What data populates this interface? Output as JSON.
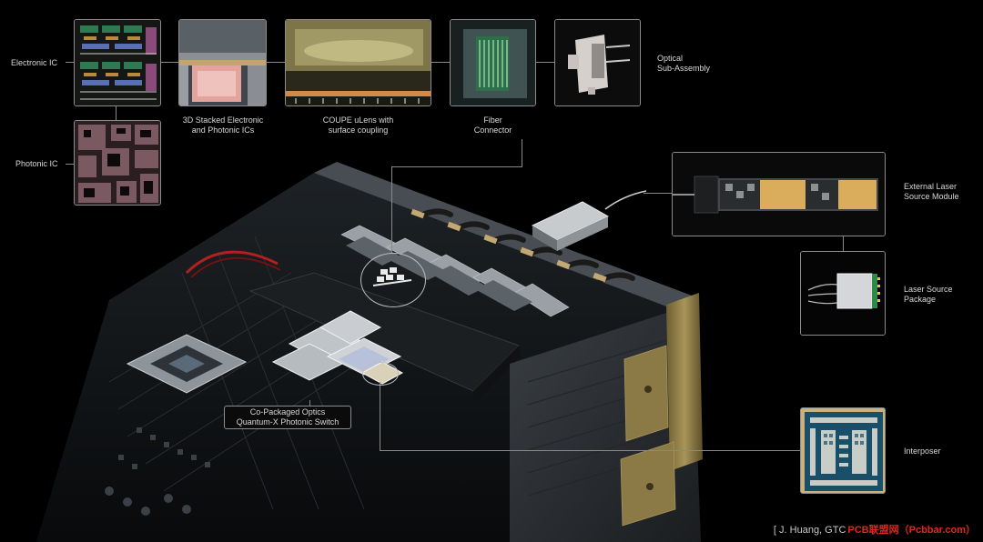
{
  "labels": {
    "electronic_ic": "Electronic IC",
    "photonic_ic": "Photonic IC",
    "stacked_line1": "3D Stacked Electronic",
    "stacked_line2": "and Photonic ICs",
    "coupe_line1": "COUPE uLens with",
    "coupe_line2": "surface coupling",
    "fiber_line1": "Fiber",
    "fiber_line2": "Connector",
    "osa_line1": "Optical",
    "osa_line2": "Sub-Assembly",
    "elsm_line1": "External Laser",
    "elsm_line2": "Source Module",
    "lsp_line1": "Laser Source",
    "lsp_line2": "Package",
    "interposer": "Interposer",
    "cpo_line1": "Co-Packaged Optics",
    "cpo_line2": "Quantum-X Photonic Switch"
  },
  "credit": {
    "source": "[ J. Huang, GTC",
    "watermark": "PCB联盟网（Pcbbar.com）"
  },
  "colors": {
    "background": "#000000",
    "callout_line": "#8a8a8a",
    "gold_heatsink": "#d9ad5c",
    "bracket": "#8b7a45",
    "watermark": "#e0261c"
  }
}
